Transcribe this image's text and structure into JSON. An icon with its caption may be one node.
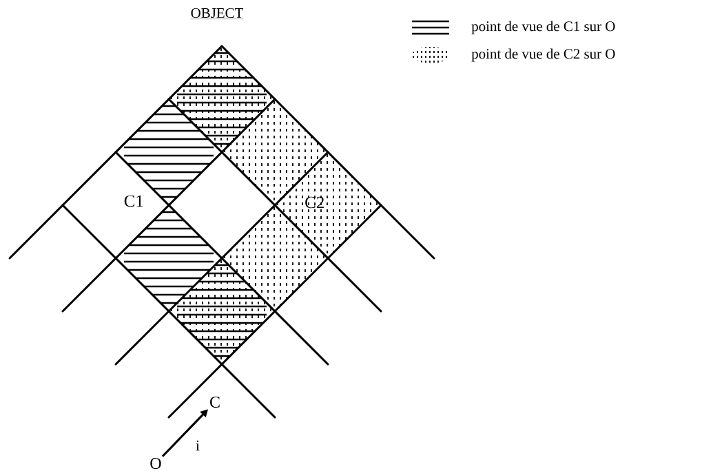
{
  "diagram": {
    "title": "OBJECT",
    "nodes": [
      {
        "text": [
          "C"
        ]
      },
      {
        "text": [
          "O"
        ]
      }
    ],
    "edges": [
      {
        "from": 1,
        "to": 0,
        "arrow": "to",
        "label": "i"
      }
    ],
    "labels": [
      "C1",
      "C2"
    ],
    "legend": [
      {
        "text": "point de vue de C1 sur O"
      },
      {
        "text": "point de vue de C2 sur O"
      }
    ]
  }
}
